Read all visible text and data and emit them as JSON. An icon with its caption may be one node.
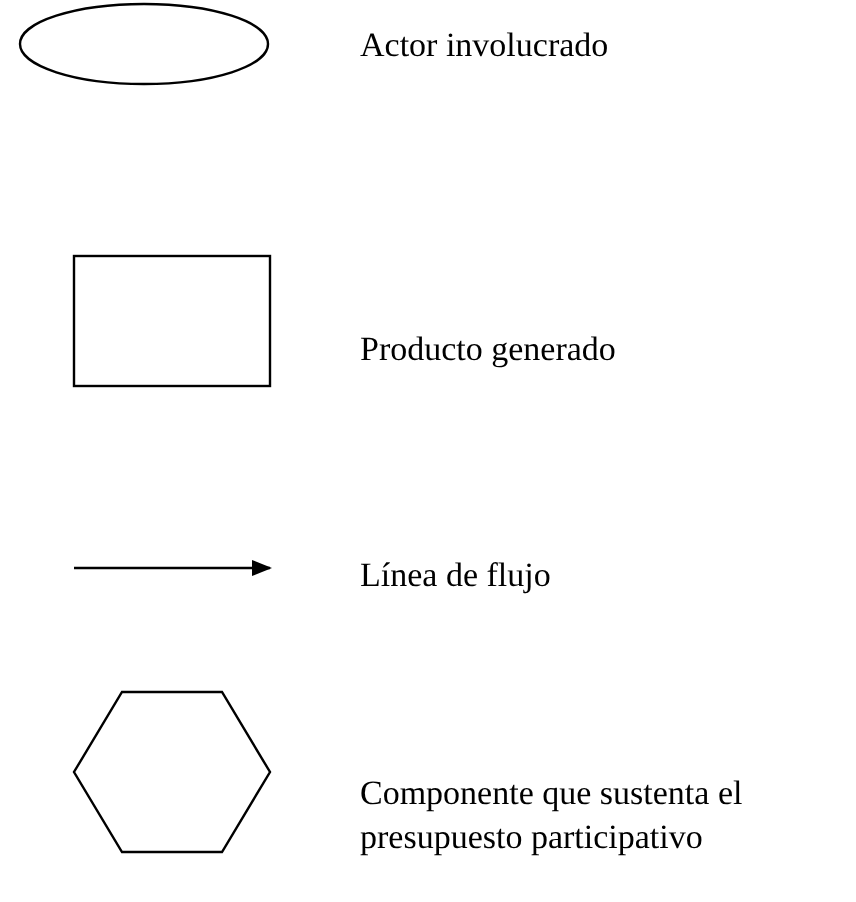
{
  "diagram": {
    "legend": [
      {
        "text": "Actor involucrado"
      },
      {
        "text": "Producto generado"
      },
      {
        "text": "Línea de flujo"
      },
      {
        "text": "Componente que sustenta el presupuesto participativo"
      }
    ]
  }
}
